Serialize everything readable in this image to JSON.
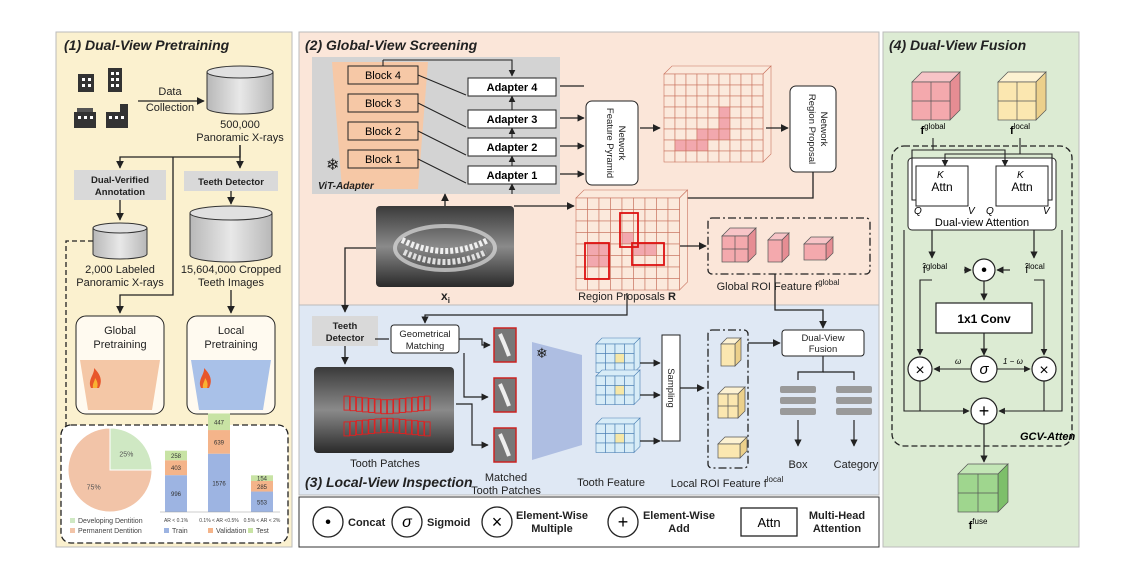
{
  "panel1": {
    "title": "(1) Dual-View Pretraining",
    "data_collection": [
      "Data",
      "Collection"
    ],
    "dataset1": [
      "500,000",
      "Panoramic X-rays"
    ],
    "dual_verified": [
      "Dual-Verified",
      "Annotation"
    ],
    "teeth_detector": "Teeth Detector",
    "dataset2": [
      "2,000 Labeled",
      "Panoramic X-rays"
    ],
    "dataset3": [
      "15,604,000 Cropped",
      "Teeth Images"
    ],
    "global_pretraining": [
      "Global",
      "Pretraining"
    ],
    "local_pretraining": [
      "Local",
      "Pretraining"
    ]
  },
  "stats": {
    "pie": {
      "values": [
        25,
        75
      ],
      "labels": [
        "25%",
        "75%"
      ],
      "colors": [
        "#cfe8c3",
        "#f2c4a8"
      ]
    },
    "legend": [
      "Developing Dentition",
      "Permanent Dentition"
    ],
    "bars": {
      "categories": [
        "AR < 0.1%",
        "0.1% < AR <0.5%",
        "0.5% < AR < 2%"
      ],
      "series": [
        {
          "name": "Train",
          "color": "#9db4e2",
          "values": [
            996,
            1576,
            553
          ]
        },
        {
          "name": "Validation",
          "color": "#f4b48a",
          "values": [
            403,
            639,
            285
          ]
        },
        {
          "name": "Test",
          "color": "#c8e3a4",
          "values": [
            258,
            447,
            154
          ]
        }
      ]
    }
  },
  "panel2": {
    "title": "(2) Global-View Screening",
    "blocks": [
      "Block 4",
      "Block 3",
      "Block 2",
      "Block 1"
    ],
    "adapters": [
      "Adapter 4",
      "Adapter 3",
      "Adapter 2",
      "Adapter 1"
    ],
    "vit_adapter": "ViT-Adapter",
    "fpn": [
      "Feature Pyramid",
      "Network"
    ],
    "rpn": [
      "Region Proposal",
      "Network"
    ],
    "xi": "x",
    "xi_sub": "i",
    "region_proposals": "Region Proposals",
    "region_R": "R",
    "global_roi": "Global ROI Feature f",
    "global_roi_sup": "global"
  },
  "panel3": {
    "title": "(3) Local-View Inspection",
    "teeth_detector": [
      "Teeth",
      "Detector"
    ],
    "geometrical_matching": [
      "Geometrical",
      "Matching"
    ],
    "tooth_patches": "Tooth Patches",
    "matched_patches": [
      "Matched",
      "Tooth Patches"
    ],
    "sampling": "Sampling",
    "tooth_feature": "Tooth Feature",
    "local_roi": "Local ROI Feature f",
    "local_roi_sup": "local",
    "dual_view_fusion": [
      "Dual-View",
      "Fusion"
    ],
    "box": "Box",
    "category": "Category"
  },
  "legend": {
    "concat_symbol": "•",
    "concat": "Concat",
    "sigmoid_symbol": "σ",
    "sigmoid": "Sigmoid",
    "multiply_symbol": "×",
    "multiply": [
      "Element-Wise",
      "Multiple"
    ],
    "add_symbol": "+",
    "add": [
      "Element-Wise",
      "Add"
    ],
    "attn_symbol": "Attn",
    "attn": [
      "Multi-Head",
      "Attention"
    ]
  },
  "panel4": {
    "title": "(4) Dual-View Fusion",
    "f_global": "f",
    "f_global_sup": "global",
    "f_local": "f",
    "f_local_sup": "local",
    "attn": "Attn",
    "K": "K",
    "Q": "Q",
    "V": "V",
    "dual_view_attention": "Dual-view Attention",
    "fhat_global": "f̂",
    "fhat_global_sup": "global",
    "fhat_local": "f̂",
    "fhat_local_sup": "local",
    "concat": "•",
    "conv": "1x1 Conv",
    "sigma": "σ",
    "omega": "ω",
    "one_minus_omega": "1 − ω",
    "times": "×",
    "plus": "+",
    "gcv_atten": "GCV-Atten",
    "f_fuse": "f",
    "f_fuse_sup": "fuse"
  }
}
